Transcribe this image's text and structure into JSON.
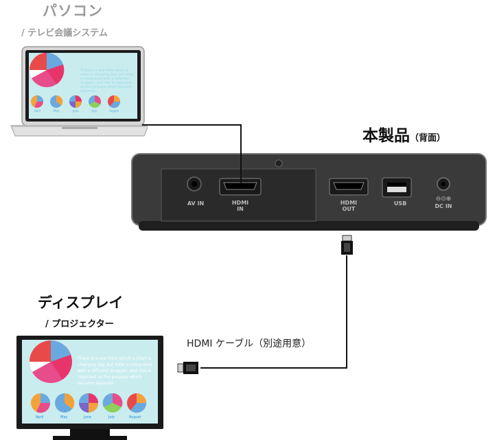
{
  "laptop": {
    "title": "パソコン",
    "subtitle": "/ テレビ会議システム"
  },
  "product": {
    "title": "本製品",
    "title_note": "（背面）"
  },
  "display": {
    "title": "ディスプレイ",
    "subtitle": "/ プロジェクター"
  },
  "cable": {
    "label": "HDMI ケーブル（別途用意）"
  },
  "ports": {
    "av_in": "AV IN",
    "hdmi_in": [
      "HDMI",
      "IN"
    ],
    "hdmi_out": [
      "HDMI",
      "OUT"
    ],
    "usb": "USB",
    "dc_in": "DC IN"
  },
  "screen_sample": {
    "paragraph": "There is a one from which a chart is changing big, but total is integrated with a different wrapper, and this is regarded as the purpose which became separate.",
    "months": [
      "April",
      "May",
      "June",
      "July",
      "August"
    ]
  },
  "colors": {
    "wire": "#111111",
    "device_body": "#3a3a3a",
    "screen_bg": "#c9ecef"
  }
}
